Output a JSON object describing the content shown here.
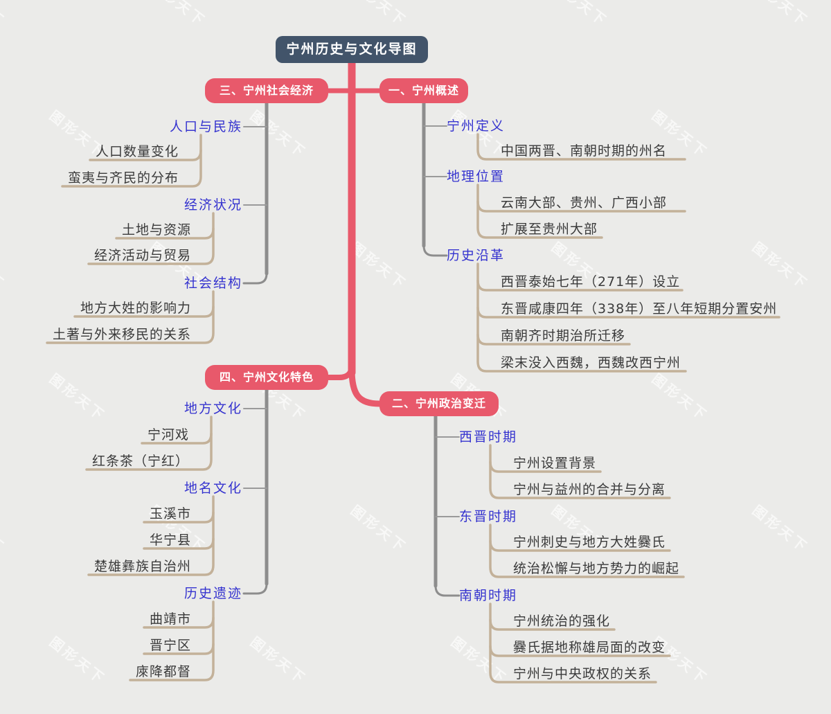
{
  "title": "宁州历史与文化导图",
  "watermark_text": "图形天下",
  "colors": {
    "background": "#ebebe9",
    "root_bg": "#42546a",
    "branch_bg": "#e8596b",
    "branch_line": "#e8596b",
    "trunk_gray": "#8d8d8d",
    "thin_gray": "#9a9a9a",
    "tan_line": "#c3b199",
    "topic_text": "#3533cf",
    "leaf_text": "#3a3a3a"
  },
  "branches": [
    {
      "label": "一、宁州概述",
      "topics": [
        {
          "label": "宁州定义",
          "leaves": [
            "中国两晋、南朝时期的州名"
          ]
        },
        {
          "label": "地理位置",
          "leaves": [
            "云南大部、贵州、广西小部",
            "扩展至贵州大部"
          ]
        },
        {
          "label": "历史沿革",
          "leaves": [
            "西晋泰始七年（271年）设立",
            "东晋咸康四年（338年）至八年短期分置安州",
            "南朝齐时期治所迁移",
            "梁末没入西魏，西魏改西宁州"
          ]
        }
      ]
    },
    {
      "label": "二、宁州政治变迁",
      "topics": [
        {
          "label": "西晋时期",
          "leaves": [
            "宁州设置背景",
            "宁州与益州的合并与分离"
          ]
        },
        {
          "label": "东晋时期",
          "leaves": [
            "宁州刺史与地方大姓爨氏",
            "统治松懈与地方势力的崛起"
          ]
        },
        {
          "label": "南朝时期",
          "leaves": [
            "宁州统治的强化",
            "爨氏据地称雄局面的改变",
            "宁州与中央政权的关系"
          ]
        }
      ]
    },
    {
      "label": "三、宁州社会经济",
      "topics": [
        {
          "label": "人口与民族",
          "leaves": [
            "人口数量变化",
            "蛮夷与齐民的分布"
          ]
        },
        {
          "label": "经济状况",
          "leaves": [
            "土地与资源",
            "经济活动与贸易"
          ]
        },
        {
          "label": "社会结构",
          "leaves": [
            "地方大姓的影响力",
            "土著与外来移民的关系"
          ]
        }
      ]
    },
    {
      "label": "四、宁州文化特色",
      "topics": [
        {
          "label": "地方文化",
          "leaves": [
            "宁河戏",
            "红条茶（宁红）"
          ]
        },
        {
          "label": "地名文化",
          "leaves": [
            "玉溪市",
            "华宁县",
            "楚雄彝族自治州"
          ]
        },
        {
          "label": "历史遗迹",
          "leaves": [
            "曲靖市",
            "晋宁区",
            "庲降都督"
          ]
        }
      ]
    }
  ]
}
